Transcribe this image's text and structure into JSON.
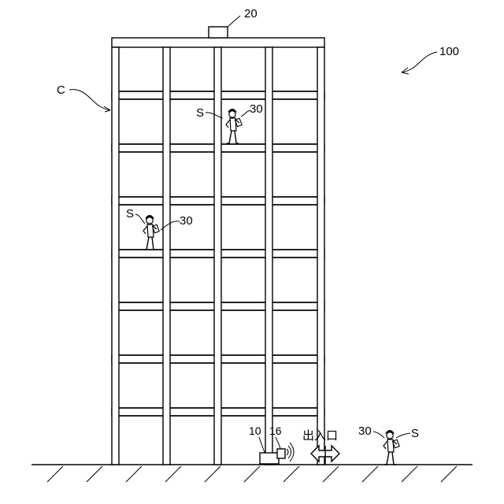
{
  "labels": {
    "system": "100",
    "roof_device": "20",
    "column": "C",
    "worker_top": "S",
    "device_top": "30",
    "worker_mid": "S",
    "device_mid": "30",
    "base_unit": "10",
    "antenna": "16",
    "entrance": "出入口",
    "device_ground": "30",
    "worker_ground": "S"
  },
  "colors": {
    "line": "#000000",
    "background": "#ffffff"
  },
  "icons": {
    "worker": "worker-figure-icon",
    "antenna": "wireless-signal-icon",
    "entrance_arrow": "double-arrow-icon"
  }
}
